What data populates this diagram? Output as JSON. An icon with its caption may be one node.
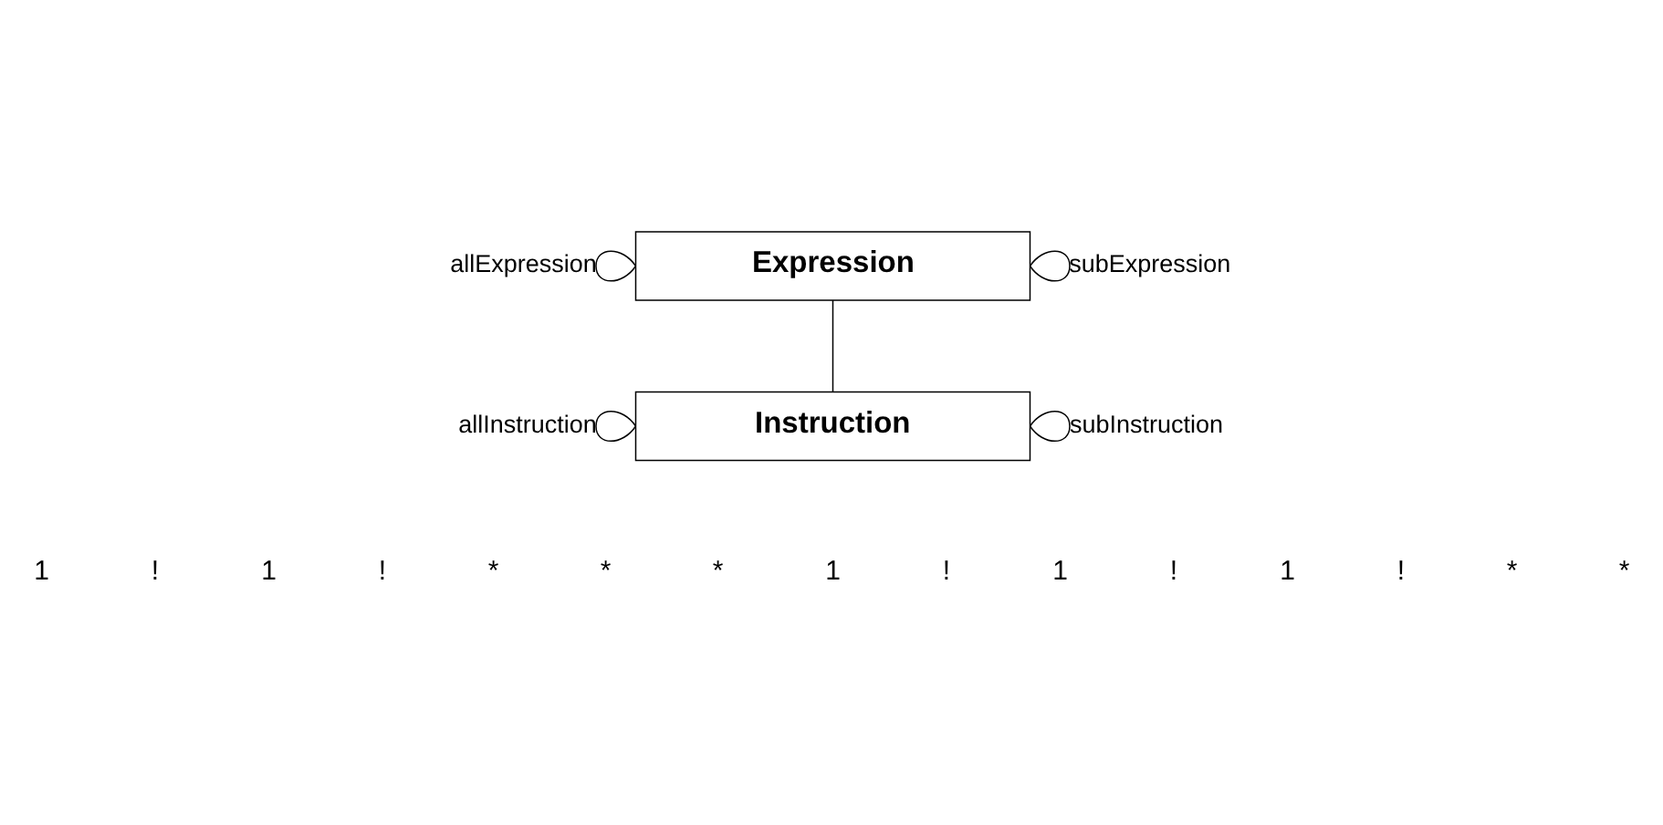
{
  "diagram": {
    "nodes": [
      {
        "text": [
          "Expression"
        ]
      },
      {
        "text": [
          "Instruction"
        ]
      }
    ],
    "edges": [
      {
        "from": 0,
        "to": 0,
        "arrow": "none",
        "label": "allExpression"
      },
      {
        "from": 0,
        "to": 0,
        "arrow": "none",
        "label": "subExpression"
      },
      {
        "from": 0,
        "to": 1,
        "arrow": "none"
      },
      {
        "from": 1,
        "to": 1,
        "arrow": "none",
        "label": "allInstruction"
      },
      {
        "from": 1,
        "to": 1,
        "arrow": "none",
        "label": "subInstruction"
      }
    ],
    "labels": [
      "1",
      "!",
      "1",
      "!",
      "*",
      "*",
      "*",
      "1",
      "!",
      "1",
      "!",
      "1",
      "!",
      "*",
      "*"
    ]
  }
}
